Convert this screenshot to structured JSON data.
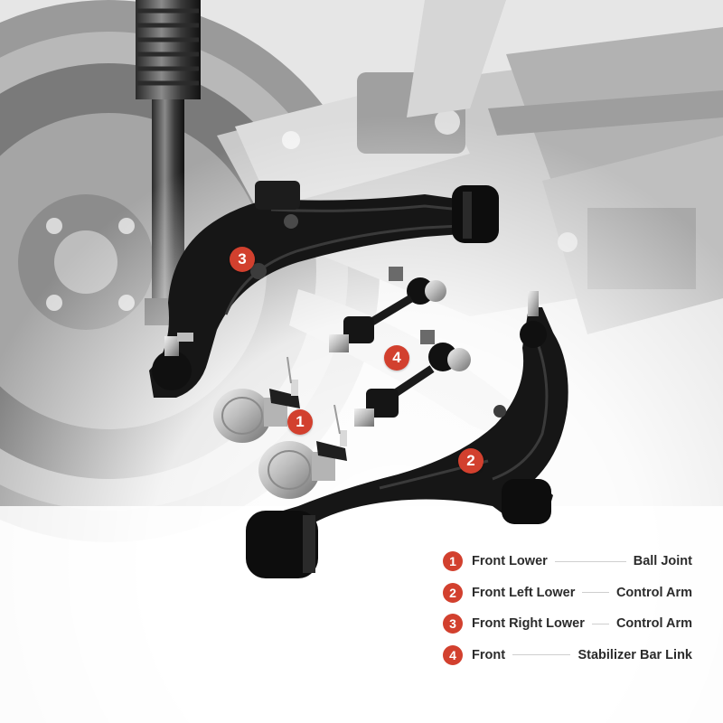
{
  "colors": {
    "accent": "#d2402e",
    "part_black": "#1a1a1a",
    "chrome": "#c9c9c9",
    "background_gray": "#cfcfcf"
  },
  "callouts": [
    {
      "number": "1"
    },
    {
      "number": "2"
    },
    {
      "number": "3"
    },
    {
      "number": "4"
    }
  ],
  "legend": [
    {
      "number": "1",
      "left": "Front Lower",
      "right": "Ball Joint"
    },
    {
      "number": "2",
      "left": "Front Left Lower",
      "right": "Control Arm"
    },
    {
      "number": "3",
      "left": "Front Right Lower",
      "right": "Control Arm"
    },
    {
      "number": "4",
      "left": "Front",
      "right": "Stabilizer Bar Link"
    }
  ]
}
